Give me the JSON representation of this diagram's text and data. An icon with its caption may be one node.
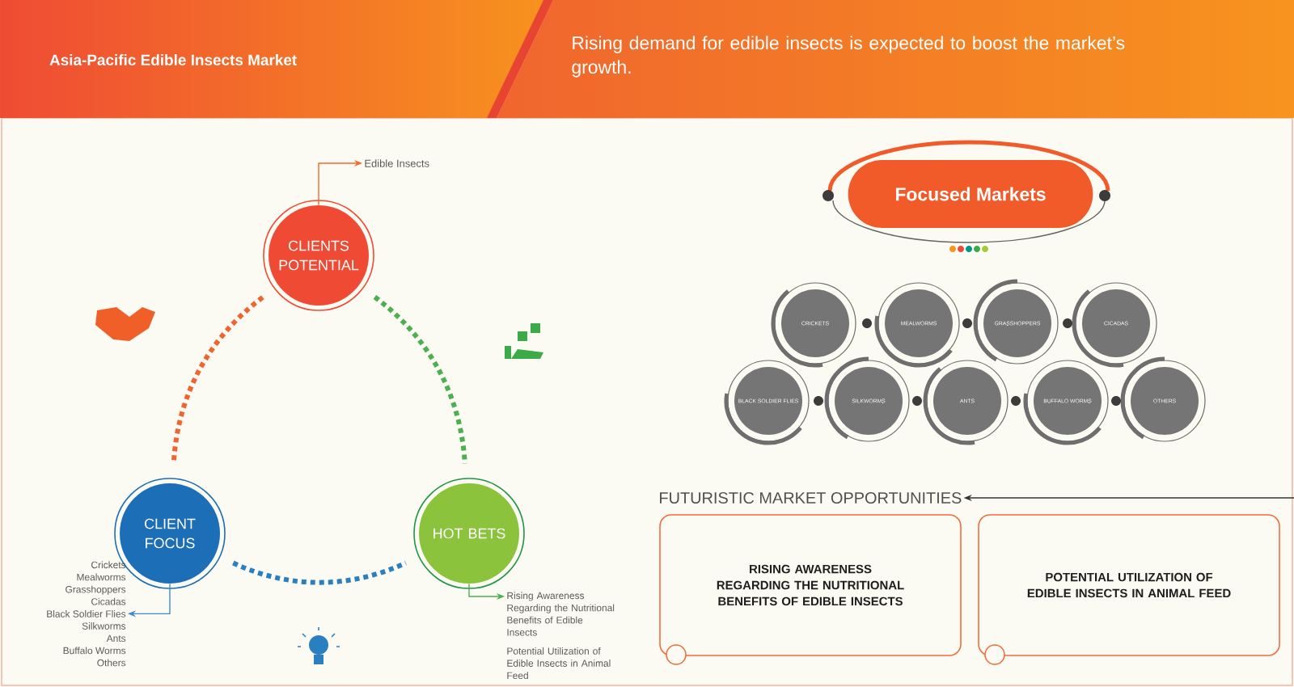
{
  "diagram": {
    "title": "Asia-Pacific Edible Insects Market",
    "nodes": [
      {
        "text": [
          "CLIENTS POTENTIAL"
        ]
      },
      {
        "text": [
          "Edible Insects"
        ]
      },
      {
        "text": [
          "CLIENT FOCUS"
        ]
      },
      {
        "text": [
          "HOT BETS"
        ]
      },
      {
        "text": [
          "Crickets",
          "Mealworms",
          "Grasshoppers",
          "Cicadas",
          "Black Soldier Flies",
          "Silkworms",
          "Ants",
          "Buffalo Worms",
          "Others"
        ]
      },
      {
        "text": [
          "Rising Awareness Regarding the Nutritional Benefits of Edible Insects",
          "Potential Utilization of Edible Insects in Animal Feed"
        ]
      },
      {
        "text": [
          "Focused Markets"
        ]
      },
      {
        "text": [
          "CRICKETS"
        ]
      },
      {
        "text": [
          "MEALWORMS"
        ]
      },
      {
        "text": [
          "GRASSHOPPERS"
        ]
      },
      {
        "text": [
          "CICADAS"
        ]
      },
      {
        "text": [
          "BLACK SOLDIER FLIES"
        ]
      },
      {
        "text": [
          "SILKWORMS"
        ]
      },
      {
        "text": [
          "ANTS"
        ]
      },
      {
        "text": [
          "BUFFALO WORMS"
        ]
      },
      {
        "text": [
          "OTHERS"
        ]
      },
      {
        "text": [
          "FUTURISTIC MARKET OPPORTUNITIES"
        ]
      },
      {
        "text": [
          "RISING AWARENESS REGARDING THE NUTRITIONAL BENEFITS OF EDIBLE INSECTS"
        ]
      },
      {
        "text": [
          "POTENTIAL UTILIZATION OF EDIBLE INSECTS IN ANIMAL FEED"
        ]
      }
    ],
    "edges": [
      {
        "from": 0,
        "to": 1,
        "arrow": "to",
        "color": "#f26a2e"
      },
      {
        "from": 2,
        "to": 4,
        "arrow": "to",
        "color": "#3a8ccf"
      },
      {
        "from": 3,
        "to": 5,
        "arrow": "to",
        "color": "#4caf50"
      },
      {
        "from": 0,
        "to": 2,
        "arrow": "none",
        "style": "dashed",
        "color": "#f0652e"
      },
      {
        "from": 0,
        "to": 3,
        "arrow": "none",
        "style": "dashed",
        "color": "#4caf50"
      },
      {
        "from": 2,
        "to": 3,
        "arrow": "none",
        "style": "dashed",
        "color": "#2a7fc1"
      },
      {
        "from": null,
        "to": 16,
        "arrow": "to",
        "color": "#333333"
      }
    ],
    "labels": [
      "Rising demand for edible insects is expected to boost the market’s growth."
    ]
  }
}
